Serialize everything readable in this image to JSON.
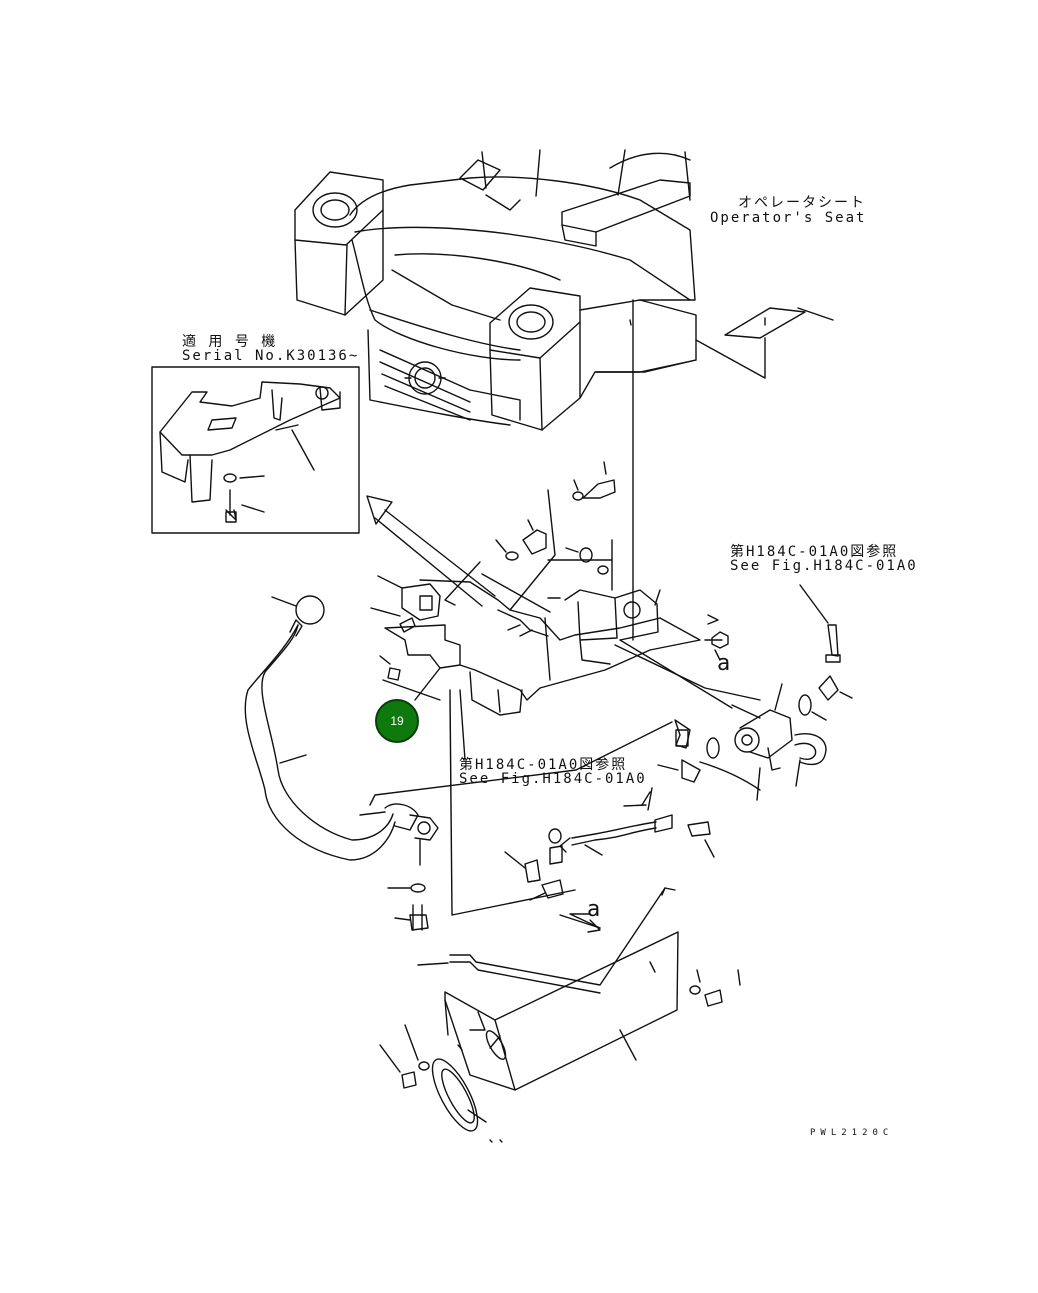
{
  "labels": {
    "seat_jp": "オペレータシート",
    "seat_en": "Operator's Seat",
    "serial_jp": "適 用 号 機",
    "serial_en": "Serial No.K30136~",
    "ref1_jp": "第H184C-01A0図参照",
    "ref1_en": "See Fig.H184C-01A0",
    "ref2_jp": "第H184C-01A0図参照",
    "ref2_en": "See Fig.H184C-01A0",
    "view_a_upper": "a",
    "view_a_lower": "a",
    "drawing_code": "PWL2120C"
  },
  "callouts": [
    {
      "number": "19",
      "color": "#0e7a0e"
    }
  ]
}
